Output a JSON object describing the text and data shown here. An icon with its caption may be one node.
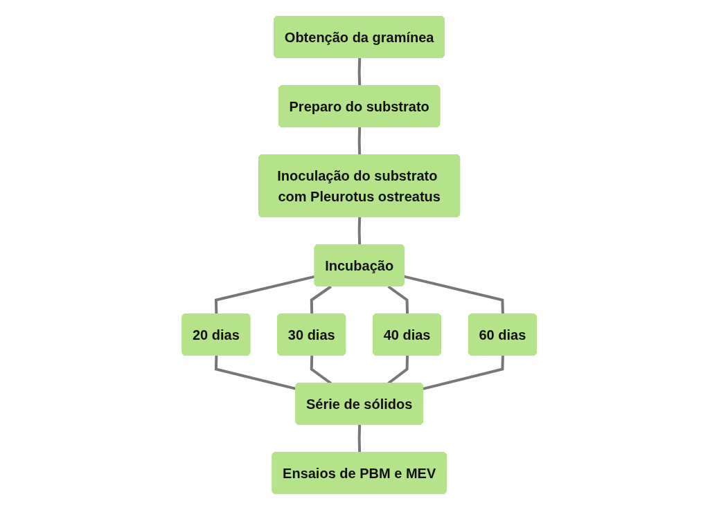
{
  "diagram": {
    "nodes": [
      {
        "text": [
          "Obtenção da gramínea"
        ]
      },
      {
        "text": [
          "Preparo do substrato"
        ]
      },
      {
        "text": [
          "Inoculação do substrato com Pleurotus ostreatus"
        ]
      },
      {
        "text": [
          "Incubação"
        ]
      },
      {
        "text": [
          "20 dias"
        ]
      },
      {
        "text": [
          "30 dias"
        ]
      },
      {
        "text": [
          "40 dias"
        ]
      },
      {
        "text": [
          "60 dias"
        ]
      },
      {
        "text": [
          "Série de sólidos"
        ]
      },
      {
        "text": [
          "Ensaios de PBM e MEV"
        ]
      }
    ],
    "edges": [
      {
        "from": 0,
        "to": 1,
        "arrow": "none"
      },
      {
        "from": 1,
        "to": 2,
        "arrow": "none"
      },
      {
        "from": 2,
        "to": 3,
        "arrow": "none"
      },
      {
        "from": 3,
        "to": 4,
        "arrow": "none"
      },
      {
        "from": 3,
        "to": 5,
        "arrow": "none"
      },
      {
        "from": 3,
        "to": 6,
        "arrow": "none"
      },
      {
        "from": 3,
        "to": 7,
        "arrow": "none"
      },
      {
        "from": 4,
        "to": 8,
        "arrow": "none"
      },
      {
        "from": 5,
        "to": 8,
        "arrow": "none"
      },
      {
        "from": 6,
        "to": 8,
        "arrow": "none"
      },
      {
        "from": 7,
        "to": 8,
        "arrow": "none"
      },
      {
        "from": 8,
        "to": 9,
        "arrow": "none"
      }
    ]
  }
}
